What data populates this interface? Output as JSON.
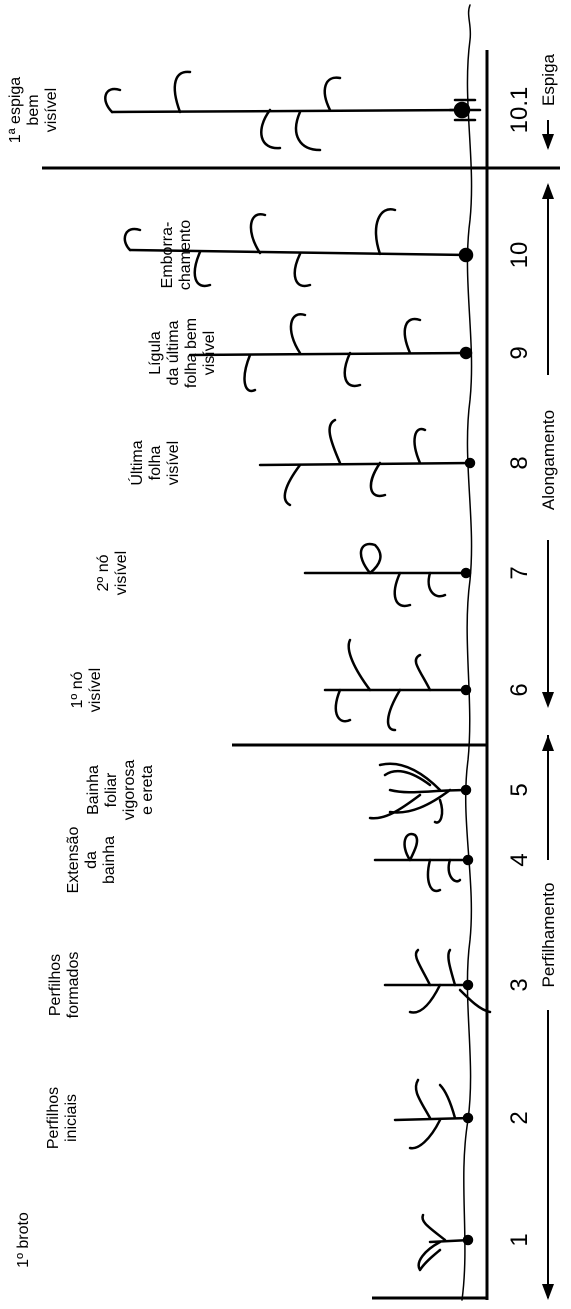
{
  "stages": [
    {
      "number": "1",
      "label": [
        "1º broto"
      ]
    },
    {
      "number": "2",
      "label": [
        "Perfilhos",
        "iniciais"
      ]
    },
    {
      "number": "3",
      "label": [
        "Perfilhos",
        "formados"
      ]
    },
    {
      "number": "4",
      "label": [
        "Extensão",
        "da",
        "bainha"
      ]
    },
    {
      "number": "5",
      "label": [
        "Bainha",
        "foliar",
        "vigorosa",
        "e ereta"
      ]
    },
    {
      "number": "6",
      "label": [
        "1º nó",
        "visível"
      ]
    },
    {
      "number": "7",
      "label": [
        "2º nó",
        "visível"
      ]
    },
    {
      "number": "8",
      "label": [
        "Última",
        "folha",
        "visível"
      ]
    },
    {
      "number": "9",
      "label": [
        "Lígula",
        "da última",
        "folha bem",
        "visível"
      ]
    },
    {
      "number": "10",
      "label": [
        "Emborra-",
        "chamento"
      ]
    },
    {
      "number": "10.1",
      "label": [
        "1ª espiga",
        "bem",
        "visível"
      ]
    }
  ],
  "phases": {
    "perfilhamento": "Perfilhamento",
    "alongamento": "Alongamento",
    "espiga": "Espiga"
  }
}
